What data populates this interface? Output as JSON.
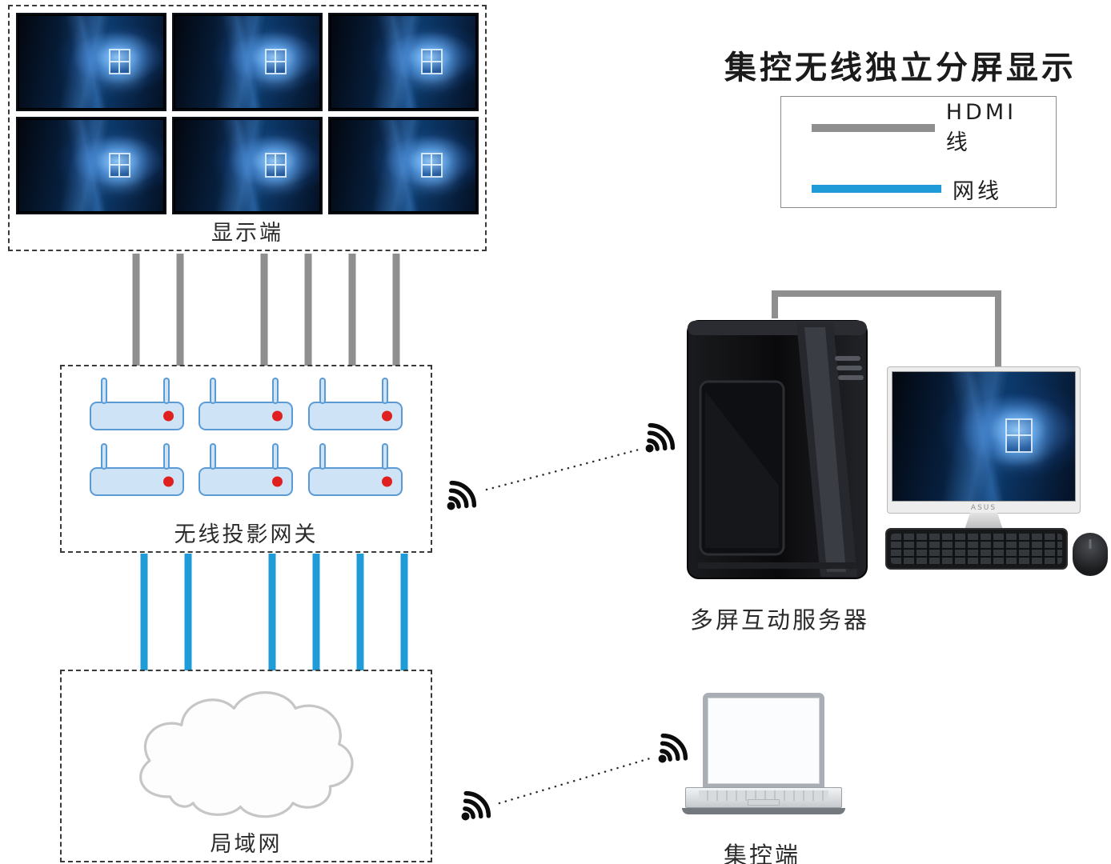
{
  "title": "集控无线独立分屏显示",
  "legend": {
    "items": [
      {
        "label": "HDMI线",
        "color": "#8f8f8f"
      },
      {
        "label": "网线",
        "color": "#1f9cd8"
      }
    ]
  },
  "zones": {
    "display": {
      "label": "显示端",
      "monitor_count": 6
    },
    "gateway": {
      "label": "无线投影网关",
      "router_count": 6
    },
    "lan": {
      "label": "局域网"
    }
  },
  "devices": {
    "server": {
      "label": "多屏互动服务器",
      "monitor_brand": "ASUS"
    },
    "controller": {
      "label": "集控端"
    }
  },
  "colors": {
    "hdmi_line": "#8f8f8f",
    "network_line": "#1f9cd8",
    "router_fill": "#cfe3f6",
    "router_border": "#5b9bd5",
    "router_led": "#e01f1f",
    "dashed_border": "#3a3a3a"
  }
}
